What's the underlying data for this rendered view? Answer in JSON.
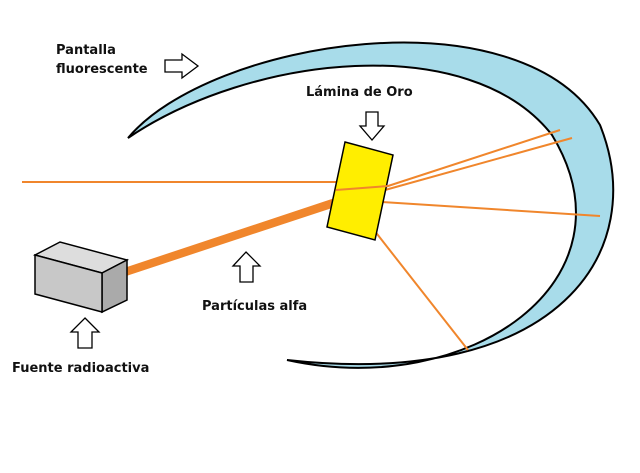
{
  "labels": {
    "screen": [
      "Pantalla",
      "fluorescente"
    ],
    "foil": "Lámina de Oro",
    "particles": "Partículas alfa",
    "source": "Fuente radioactiva"
  },
  "colors": {
    "screen_fill": "#a8dcea",
    "screen_stroke": "#000000",
    "beam": "#f0862c",
    "foil": "#ffee00",
    "source_front": "#c8c8c8",
    "source_top": "#dddddd",
    "source_side": "#aaaaaa",
    "arrow_fill": "#ffffff",
    "arrow_stroke": "#000000"
  },
  "icons": [
    "arrow-right-icon",
    "arrow-down-icon",
    "arrow-up-icon",
    "arrow-up-icon"
  ]
}
